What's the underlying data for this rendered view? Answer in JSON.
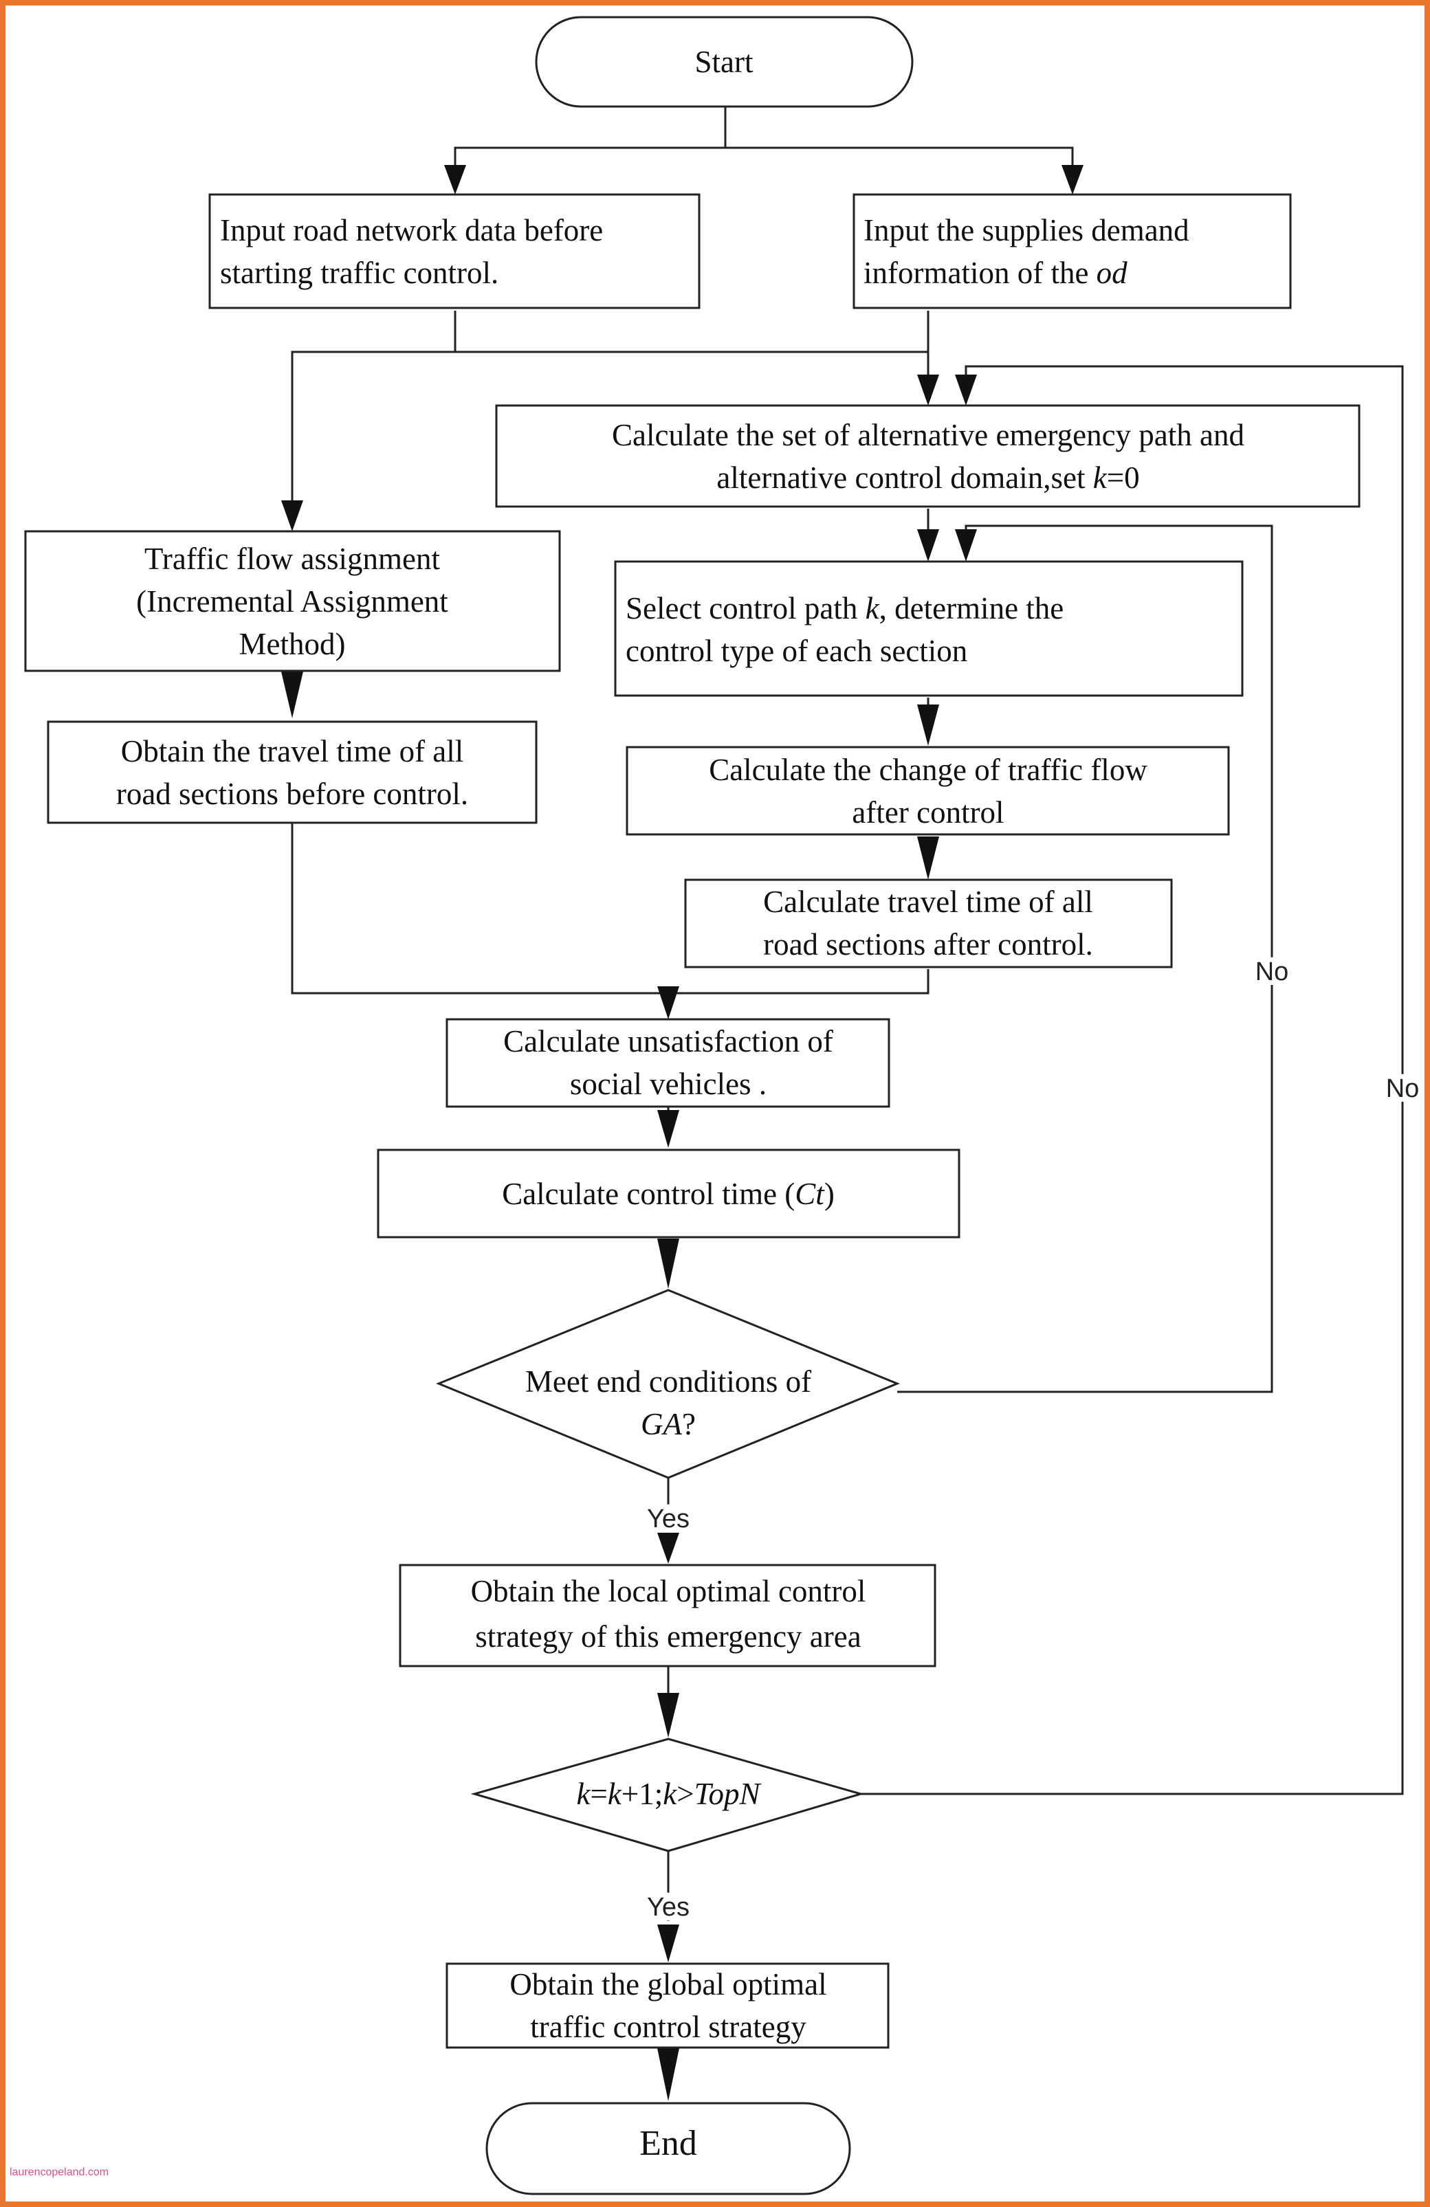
{
  "nodes": {
    "start": [
      "Start"
    ],
    "input_road": [
      "Input road network data before",
      "starting traffic control."
    ],
    "input_supplies": [
      "Input the supplies demand",
      "information of the |od"
    ],
    "calc_set": [
      "Calculate the set of alternative emergency path and",
      "alternative control domain,set |k|=0"
    ],
    "traffic_assign": [
      "Traffic flow assignment",
      "(Incremental Assignment",
      "Method)"
    ],
    "select_path": [
      "Select  control path |k|, determine the",
      "control type of each section"
    ],
    "travel_before": [
      "Obtain the travel time of all",
      "road sections before control."
    ],
    "change_flow": [
      "Calculate the change of traffic flow",
      "after control"
    ],
    "travel_after": [
      "Calculate travel time of all",
      "road sections after control."
    ],
    "unsatisfaction": [
      "Calculate unsatisfaction of",
      "social vehicles ."
    ],
    "control_time": [
      "Calculate control time (|Ct|)"
    ],
    "meet_ga": [
      "Meet  end conditions of",
      "|GA|?"
    ],
    "local_opt": [
      "Obtain the local optimal control",
      "strategy of this emergency area"
    ],
    "k_topn": [
      "|k|=|k|+1;|k|>|TopN|"
    ],
    "global_opt": [
      "Obtain the global optimal",
      "traffic control strategy"
    ],
    "end": [
      "End"
    ]
  },
  "edge_labels": {
    "ga_no": "No",
    "topn_no": "No",
    "ga_yes": "Yes",
    "topn_yes": "Yes"
  },
  "watermark": "laurencopeland.com",
  "colors": {
    "frame": "#e8762b",
    "watermark": "#d9508a"
  }
}
